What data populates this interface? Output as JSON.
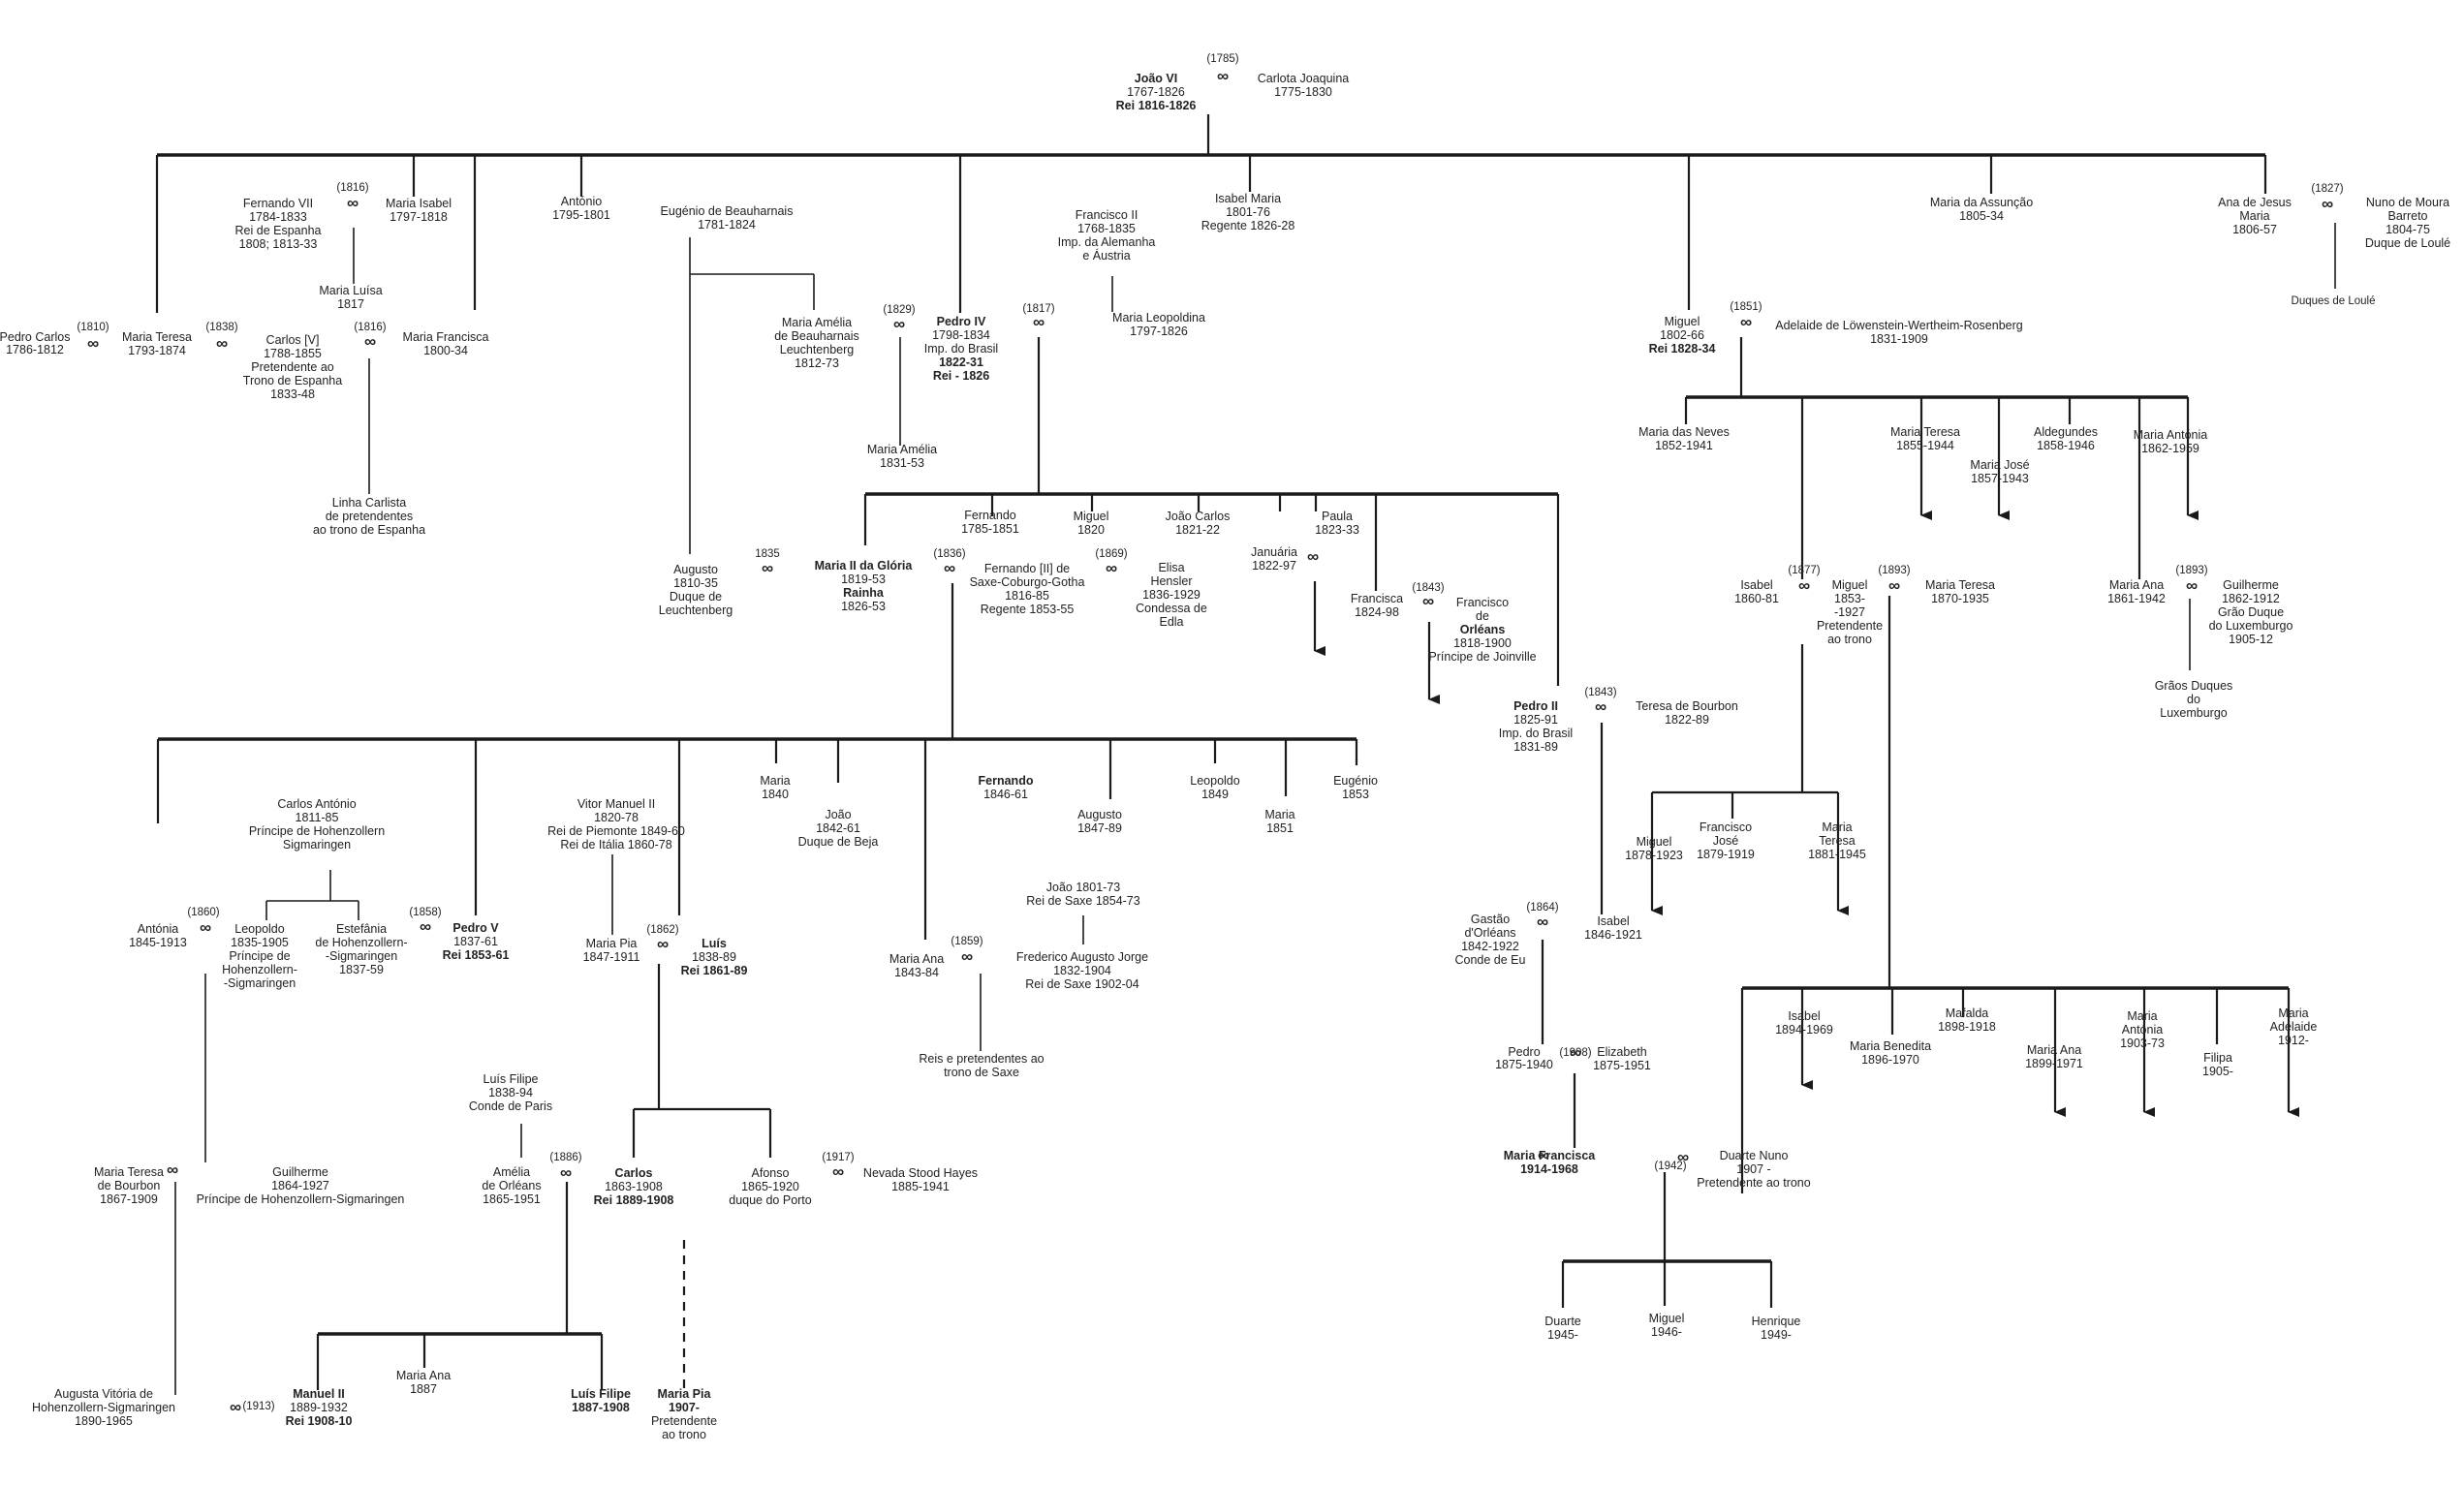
{
  "marriage_symbol": "∞",
  "people": {
    "joao_vi": [
      "João VI",
      "1767-1826",
      "Rei 1816-1826"
    ],
    "carlota": [
      "Carlota Joaquina",
      "1775-1830"
    ],
    "m1785": "(1785)",
    "pedro_carlos": [
      "Pedro Carlos",
      "1786-1812"
    ],
    "m1810": "(1810)",
    "maria_teresa_1793": [
      "Maria Teresa",
      "1793-1874"
    ],
    "m1838": "(1838)",
    "fernando_vii": [
      "Fernando VII",
      "1784-1833",
      "Rei de Espanha",
      "1808; 1813-33"
    ],
    "m1816a": "(1816)",
    "maria_isabel": [
      "Maria Isabel",
      "1797-1818"
    ],
    "maria_luisa": [
      "Maria Luísa",
      "1817"
    ],
    "carlos_v": [
      "Carlos [V]",
      "1788-1855",
      "Pretendente ao",
      "Trono de Espanha",
      "1833-48"
    ],
    "m1816b": "(1816)",
    "maria_francisca_1800": [
      "Maria Francisca",
      "1800-34"
    ],
    "linha_carlista": [
      "Linha Carlista",
      "de pretendentes",
      "ao trono de Espanha"
    ],
    "antonio": [
      "António",
      "1795-1801"
    ],
    "eugenio_b": [
      "Eugénio de Beauharnais",
      "1781-1824"
    ],
    "maria_amelia_b": [
      "Maria Amélia",
      "de Beauharnais",
      "Leuchtenberg",
      "1812-73"
    ],
    "augusto_l": [
      "Augusto",
      "1810-35",
      "Duque de",
      "Leuchtenberg"
    ],
    "m1829": "(1829)",
    "pedro_iv": [
      "Pedro IV",
      "1798-1834",
      "Imp. do Brasil",
      "1822-31",
      "Rei - 1826"
    ],
    "maria_amelia_1831": [
      "Maria Amélia",
      "1831-53"
    ],
    "m1817": "(1817)",
    "francisco_ii": [
      "Francisco II",
      "1768-1835",
      "Imp. da Alemanha",
      "e Áustria"
    ],
    "maria_leopoldina": [
      "Maria Leopoldina",
      "1797-1826"
    ],
    "isabel_maria": [
      "Isabel Maria",
      "1801-76",
      "Regente 1826-28"
    ],
    "maria_assuncao": [
      "Maria da Assunção",
      "1805-34"
    ],
    "ana_jesus": [
      "Ana de Jesus",
      "Maria",
      "1806-57"
    ],
    "m1827": "(1827)",
    "nuno_moura": [
      "Nuno de Moura",
      "Barreto",
      "1804-75",
      "Duque de Loulé"
    ],
    "duques_loule": "Duques de Loulé",
    "miguel_1802": [
      "Miguel",
      "1802-66",
      "Rei 1828-34"
    ],
    "m1851": "(1851)",
    "adelaide": [
      "Adelaide de Löwenstein-Wertheim-Rosenberg",
      "1831-1909"
    ],
    "maria_neves": [
      "Maria das Neves",
      "1852-1941"
    ],
    "maria_teresa_1855": [
      "Maria Teresa",
      "1855-1944"
    ],
    "maria_jose": [
      "Maria José",
      "1857-1943"
    ],
    "aldegundes": [
      "Aldegundes",
      "1858-1946"
    ],
    "maria_antonia_1862": [
      "Maria Antónia",
      "1862-1959"
    ],
    "isabel_1860": [
      "Isabel",
      "1860-81"
    ],
    "m1877": "(1877)",
    "miguel_1853": [
      "Miguel",
      "1853-",
      "-1927",
      "Pretendente",
      "ao trono"
    ],
    "m1893a": "(1893)",
    "maria_teresa_1870": [
      "Maria Teresa",
      "1870-1935"
    ],
    "maria_ana_1861": [
      "Maria Ana",
      "1861-1942"
    ],
    "m1893b": "(1893)",
    "guilherme_lux": [
      "Guilherme",
      "1862-1912",
      "Grão Duque",
      "do Luxemburgo",
      "1905-12"
    ],
    "graos_duques": [
      "Grãos Duques",
      "do",
      "Luxemburgo"
    ],
    "miguel_1878": [
      "Miguel",
      "1878-1923"
    ],
    "francisco_jose": [
      "Francisco",
      "José",
      "1879-1919"
    ],
    "maria_teresa_1881": [
      "Maria",
      "Teresa",
      "1881-1945"
    ],
    "isabel_1894": [
      "Isabel",
      "1894-1969"
    ],
    "maria_benedita": [
      "Maria Benedita",
      "1896-1970"
    ],
    "mafalda": [
      "Mafalda",
      "1898-1918"
    ],
    "maria_ana_1899": [
      "Maria Ana",
      "1899-1971"
    ],
    "maria_antonia_1903": [
      "Maria",
      "Antónia",
      "1903-73"
    ],
    "filipa": [
      "Filipa",
      "1905-"
    ],
    "maria_adelaide": [
      "Maria",
      "Adelaide",
      "1912-"
    ],
    "duarte_nuno": [
      "Duarte Nuno",
      "1907 -",
      "Pretendente ao trono"
    ],
    "m1942": "(1942)",
    "maria_francisca_1914": [
      "Maria Francisca",
      "1914-1968"
    ],
    "duarte_1945": [
      "Duarte",
      "1945-"
    ],
    "miguel_1946": [
      "Miguel",
      "1946-"
    ],
    "henrique": [
      "Henrique",
      "1949-"
    ],
    "maria_ii": [
      "Maria II da Glória",
      "1819-53",
      "Rainha",
      "1826-53"
    ],
    "m1835": "1835",
    "m1836": "(1836)",
    "fernando_1851": [
      "Fernando",
      "1785-1851"
    ],
    "fernando_ii": [
      "Fernando [II] de",
      "Saxe-Coburgo-Gotha",
      "1816-85",
      "Regente 1853-55"
    ],
    "miguel_1820": [
      "Miguel",
      "1820"
    ],
    "joao_carlos": [
      "João Carlos",
      "1821-22"
    ],
    "m1869": "(1869)",
    "elisa_hensler": [
      "Elisa",
      "Hensler",
      "1836-1929",
      "Condessa de",
      "Edla"
    ],
    "januaria": [
      "Januária",
      "1822-97"
    ],
    "paula": [
      "Paula",
      "1823-33"
    ],
    "francisca_1824": [
      "Francisca",
      "1824-98"
    ],
    "m1843a": "(1843)",
    "francisco_orleans": [
      "Francisco",
      "de",
      "Orléans",
      "1818-1900",
      "Príncipe de Joinville"
    ],
    "pedro_ii": [
      "Pedro II",
      "1825-91",
      "Imp. do Brasil",
      "1831-89"
    ],
    "m1843b": "(1843)",
    "teresa_bourbon": [
      "Teresa de Bourbon",
      "1822-89"
    ],
    "isabel_1846": [
      "Isabel",
      "1846-1921"
    ],
    "m1864": "(1864)",
    "gastao": [
      "Gastão",
      "d'Orléans",
      "1842-1922",
      "Conde de Eu"
    ],
    "pedro_1875": [
      "Pedro",
      "1875-1940"
    ],
    "m1908": "(1908)",
    "elizabeth": [
      "Elizabeth",
      "1875-1951"
    ],
    "antonia_1845": [
      "Antónia",
      "1845-1913"
    ],
    "m1860": "(1860)",
    "carlos_antonio": [
      "Carlos António",
      "1811-85",
      "Príncipe de Hohenzollern",
      "Sigmaringen"
    ],
    "leopoldo_h": [
      "Leopoldo",
      "1835-1905",
      "Príncipe de",
      "Hohenzollern-",
      "-Sigmaringen"
    ],
    "estefania": [
      "Estefânia",
      "de Hohenzollern-",
      "-Sigmaringen",
      "1837-59"
    ],
    "m1858": "(1858)",
    "pedro_v": [
      "Pedro V",
      "1837-61",
      "Rei 1853-61"
    ],
    "vitor_manuel": [
      "Vitor Manuel II",
      "1820-78",
      "Rei de Piemonte 1849-60",
      "Rei de Itália 1860-78"
    ],
    "maria_pia_1847": [
      "Maria Pia",
      "1847-1911"
    ],
    "m1862": "(1862)",
    "luis": [
      "Luís",
      "1838-89",
      "Rei 1861-89"
    ],
    "maria_1840": [
      "Maria",
      "1840"
    ],
    "joao_1842": [
      "João",
      "1842-61",
      "Duque de Beja"
    ],
    "fernando_1846": [
      "Fernando",
      "1846-61"
    ],
    "augusto_1847": [
      "Augusto",
      "1847-89"
    ],
    "leopoldo_1849": [
      "Leopoldo",
      "1849"
    ],
    "maria_1851": [
      "Maria",
      "1851"
    ],
    "eugenio_1853": [
      "Eugénio",
      "1853"
    ],
    "joao_saxe": [
      "João 1801-73",
      "Rei de Saxe 1854-73"
    ],
    "maria_ana_1843": [
      "Maria Ana",
      "1843-84"
    ],
    "m1859": "(1859)",
    "frederico_augusto": [
      "Frederico Augusto Jorge",
      "1832-1904",
      "Rei de Saxe 1902-04"
    ],
    "reis_saxe": [
      "Reis e pretendentes ao",
      "trono de Saxe"
    ],
    "maria_teresa_1867": [
      "Maria Teresa",
      "de Bourbon",
      "1867-1909"
    ],
    "guilherme_h": [
      "Guilherme",
      "1864-1927",
      "Príncipe de Hohenzollern-Sigmaringen"
    ],
    "augusta_vitoria": [
      "Augusta Vitória de",
      "Hohenzollern-Sigmaringen",
      "1890-1965"
    ],
    "m1913": "(1913)",
    "luis_filipe_paris": [
      "Luís Filipe",
      "1838-94",
      "Conde de Paris"
    ],
    "amelia_orleans": [
      "Amélia",
      "de Orléans",
      "1865-1951"
    ],
    "m1886": "(1886)",
    "carlos_i": [
      "Carlos",
      "1863-1908",
      "Rei 1889-1908"
    ],
    "afonso": [
      "Afonso",
      "1865-1920",
      "duque do Porto"
    ],
    "m1917": "(1917)",
    "nevada": [
      "Nevada Stood Hayes",
      "1885-1941"
    ],
    "manuel_ii": [
      "Manuel II",
      "1889-1932",
      "Rei 1908-10"
    ],
    "maria_ana_1887": [
      "Maria Ana",
      "1887"
    ],
    "luis_filipe_1887": [
      "Luís Filipe",
      "1887-1908"
    ],
    "maria_pia_1907": [
      "Maria Pia",
      "1907-",
      "Pretendente",
      "ao trono"
    ]
  }
}
